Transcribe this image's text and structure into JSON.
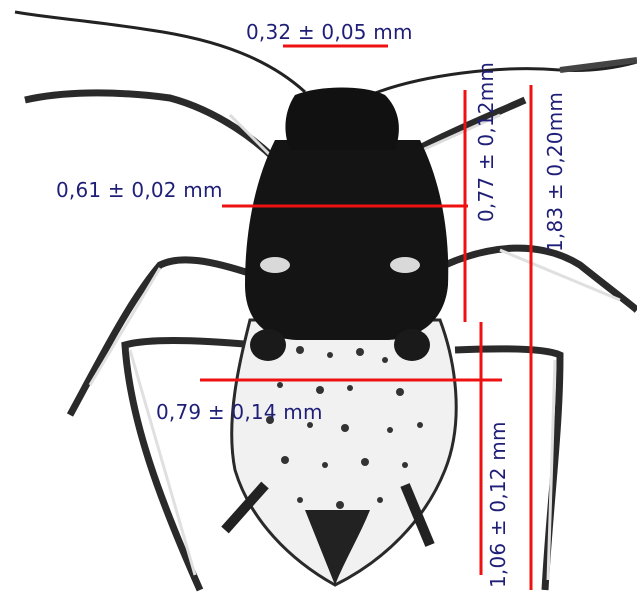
{
  "measurements": {
    "head_width": "0,32 ± 0,05 mm",
    "thorax_width": "0,61 ± 0,02 mm",
    "abdomen_width": "0,79 ± 0,14 mm",
    "head_thorax_length": "0,77 ± 0,12mm",
    "total_length": "1,83 ± 0,20mm",
    "abdomen_length": "1,06 ± 0,12 mm"
  },
  "colors": {
    "measure_line": "#ee1111",
    "label_text": "#1f1f78",
    "insect_dark": "#111111",
    "insect_light": "#f2f2f2"
  }
}
